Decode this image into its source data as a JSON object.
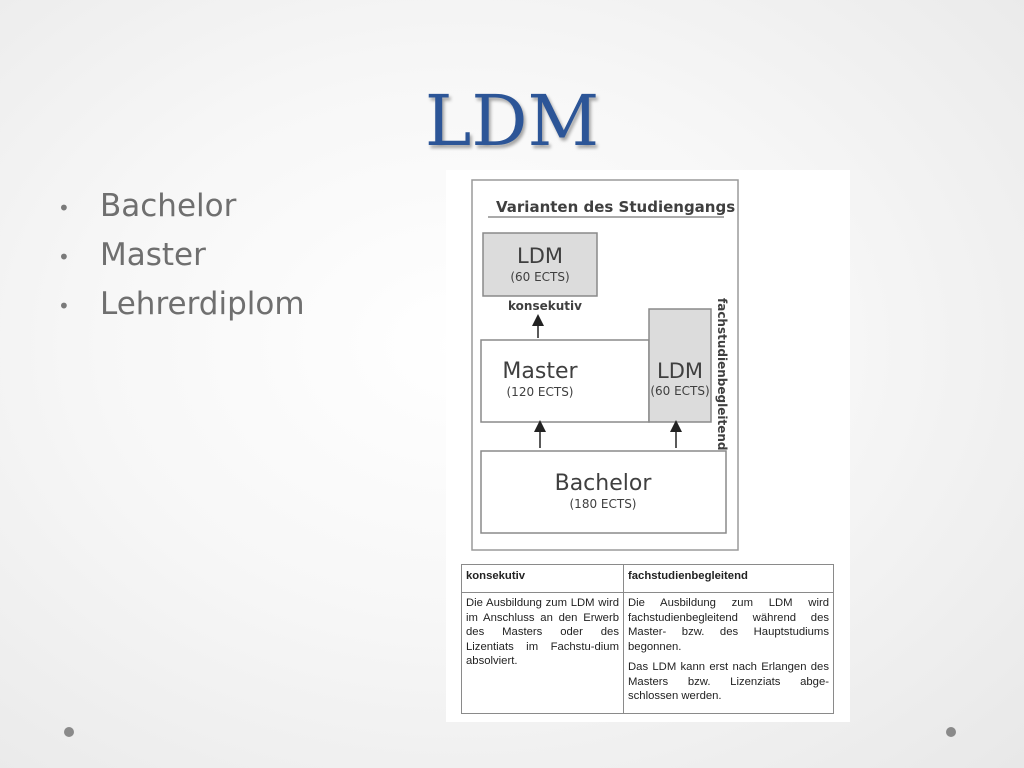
{
  "slide": {
    "title": "LDM",
    "bullets": [
      "Bachelor",
      "Master",
      "Lehrerdiplom"
    ]
  },
  "diagram": {
    "heading": "Varianten des Studiengangs",
    "ldm_top": {
      "name": "LDM",
      "credits": "(60 ECTS)"
    },
    "link_label": "konsekutiv",
    "master": {
      "name": "Master",
      "credits": "(120 ECTS)"
    },
    "ldm_side": {
      "name": "LDM",
      "credits": "(60 ECTS)"
    },
    "side_label": "fachstudienbegleitend",
    "bachelor": {
      "name": "Bachelor",
      "credits": "(180 ECTS)"
    }
  },
  "table": {
    "headers": [
      "konsekutiv",
      "fachstudienbegleitend"
    ],
    "col1": "Die Ausbildung zum LDM wird im Anschluss an den Erwerb des Masters oder des Lizentiats im Fachstu-dium absolviert.",
    "col2_p1": "Die Ausbildung zum LDM wird fachstudienbegleitend während des Master- bzw. des Hauptstudiums begonnen.",
    "col2_p2": "Das LDM kann erst nach Erlangen des Masters bzw. Lizenziats abge-schlossen werden."
  },
  "colors": {
    "title": "#2c5597",
    "bullet_text": "#6f6f6f",
    "box_shaded": "#dcdcdc",
    "box_border": "#8a8a8a"
  }
}
